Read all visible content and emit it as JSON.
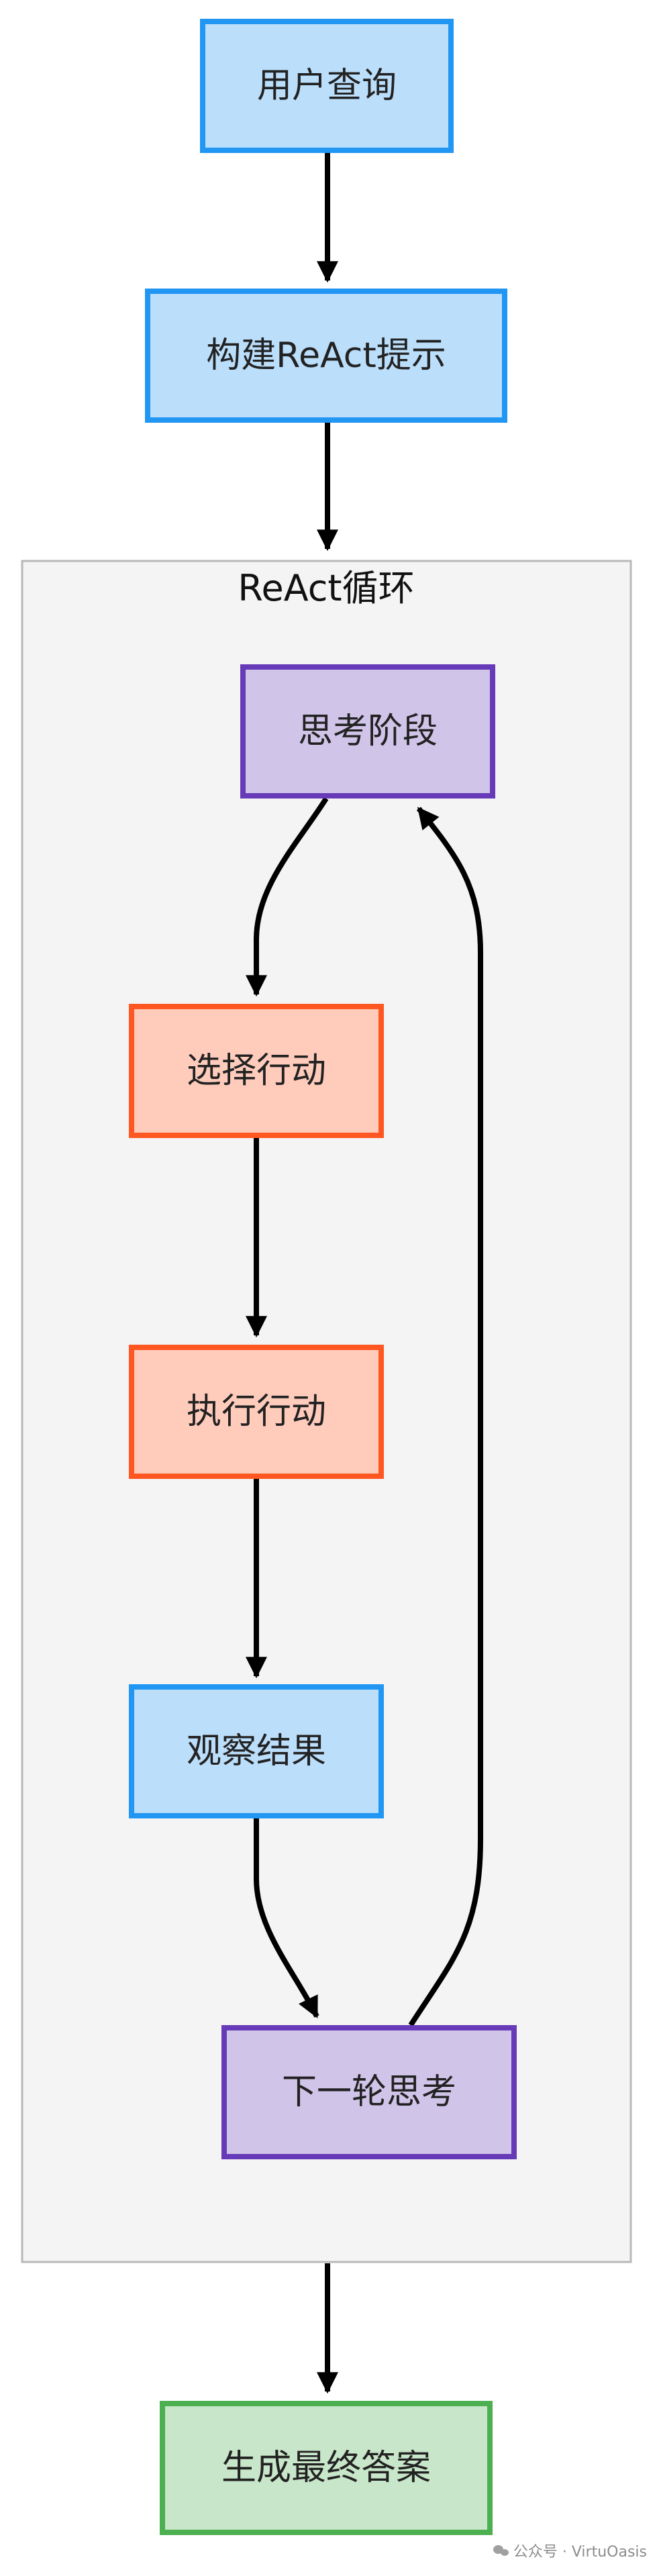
{
  "diagram": {
    "nodes": {
      "user_query": "用户查询",
      "build_prompt": "构建ReAct提示",
      "think": "思考阶段",
      "select_action": "选择行动",
      "execute_action": "执行行动",
      "observe": "观察结果",
      "next_think": "下一轮思考",
      "final_answer": "生成最终答案"
    },
    "group": {
      "label": "ReAct循环"
    },
    "colors": {
      "blue_fill": "#bbdefb",
      "blue_stroke": "#2196f3",
      "purple_fill": "#d1c4e9",
      "purple_stroke": "#673ab7",
      "orange_fill": "#ffccbc",
      "orange_stroke": "#ff5722",
      "green_fill": "#c8e6c9",
      "green_stroke": "#4caf50",
      "group_fill": "#f4f4f4",
      "group_stroke": "#b8b8b8",
      "edge": "#000000"
    }
  },
  "watermark": {
    "text": "公众号 · VirtuOasis"
  }
}
